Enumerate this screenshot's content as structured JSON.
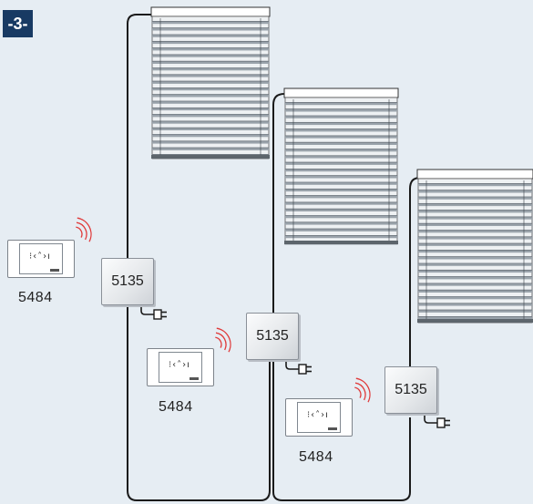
{
  "badge": {
    "text": "-3-"
  },
  "modules": [
    {
      "label": "5135"
    },
    {
      "label": "5135"
    },
    {
      "label": "5135"
    }
  ],
  "remotes": [
    {
      "label": "5484"
    },
    {
      "label": "5484"
    },
    {
      "label": "5484"
    }
  ],
  "colors": {
    "background": "#e6edf3",
    "badge": "#183a63",
    "wire": "#1a1a1a",
    "signal": "#e03a3a"
  }
}
